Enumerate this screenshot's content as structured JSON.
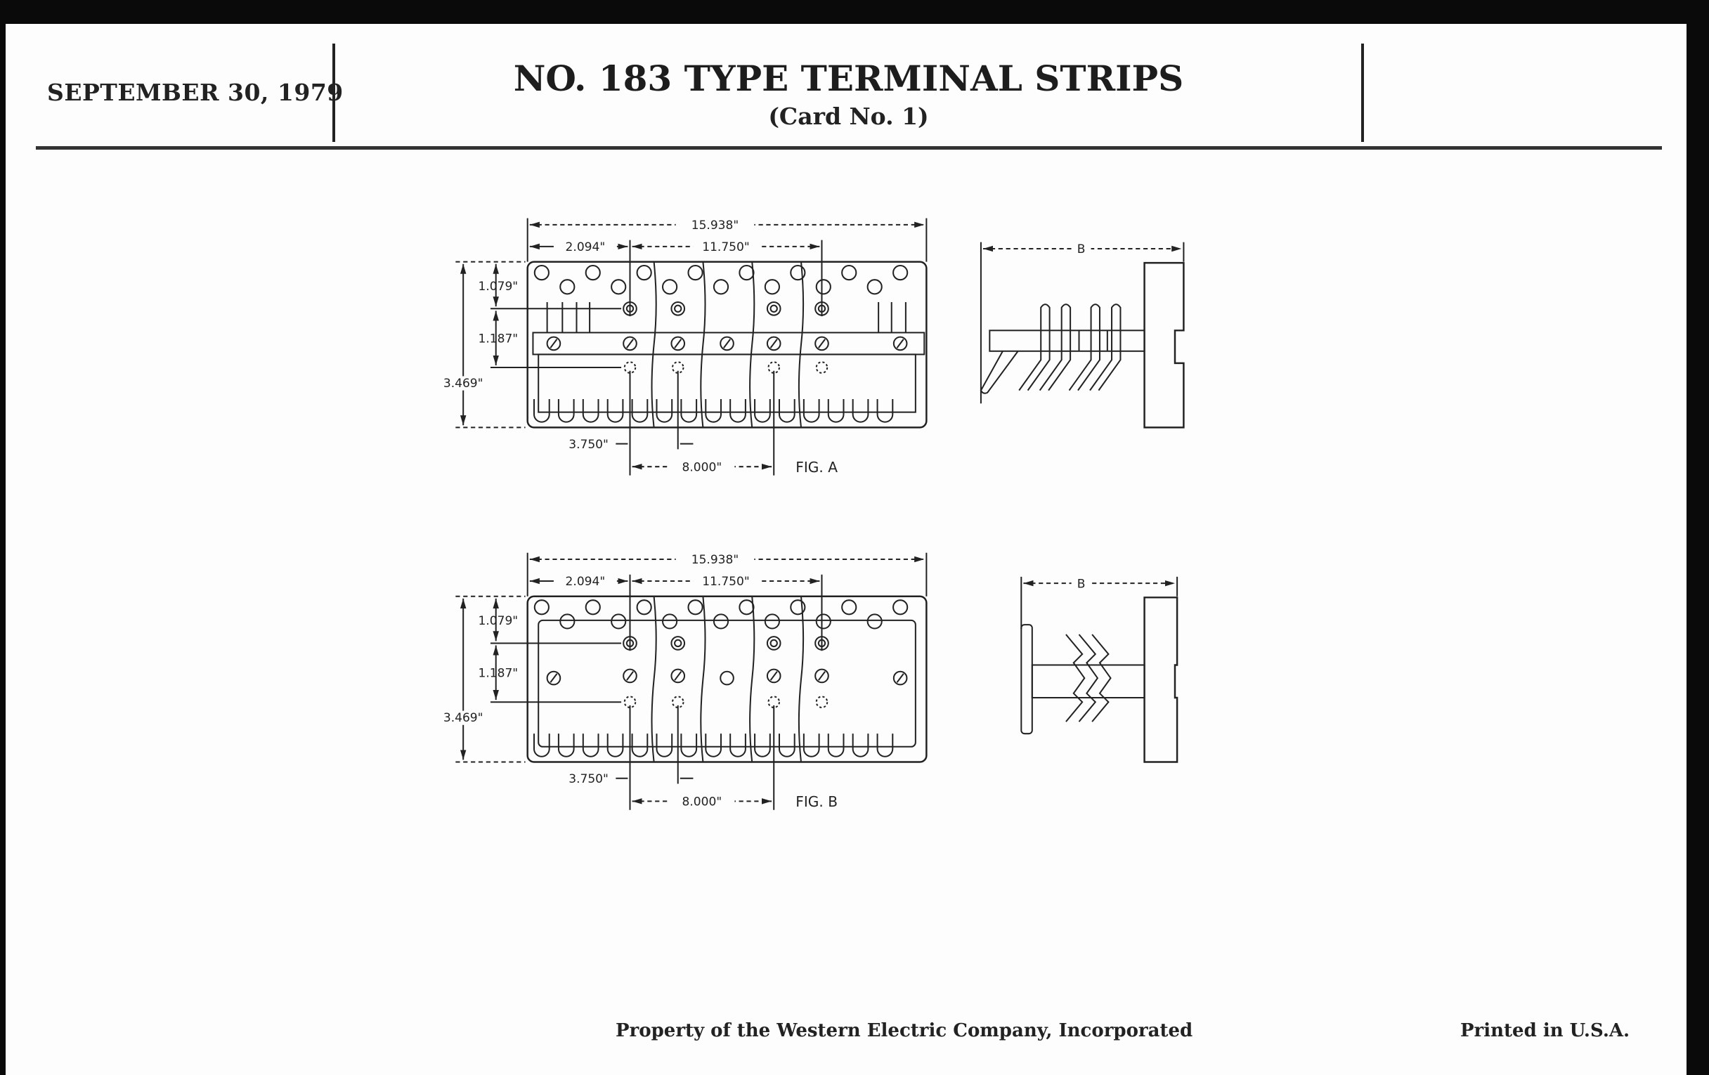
{
  "header": {
    "date": "SEPTEMBER 30, 1979",
    "title": "NO. 183 TYPE TERMINAL STRIPS",
    "subtitle": "(Card No. 1)"
  },
  "figures": [
    {
      "label": "FIG. A",
      "overall": "15.938\"",
      "left_offset": "2.094\"",
      "span": "11.750\"",
      "height": "3.469\"",
      "top_dim": "1.079\"",
      "mid_dim": "1.187\"",
      "pitch": "3.750\"",
      "spacing": "8.000\"",
      "side_dim": "B"
    },
    {
      "label": "FIG. B",
      "overall": "15.938\"",
      "left_offset": "2.094\"",
      "span": "11.750\"",
      "height": "3.469\"",
      "top_dim": "1.079\"",
      "mid_dim": "1.187\"",
      "pitch": "3.750\"",
      "spacing": "8.000\"",
      "side_dim": "B"
    }
  ],
  "footer": {
    "property": "Property of the Western Electric Company, Incorporated",
    "printed": "Printed in U.S.A."
  }
}
